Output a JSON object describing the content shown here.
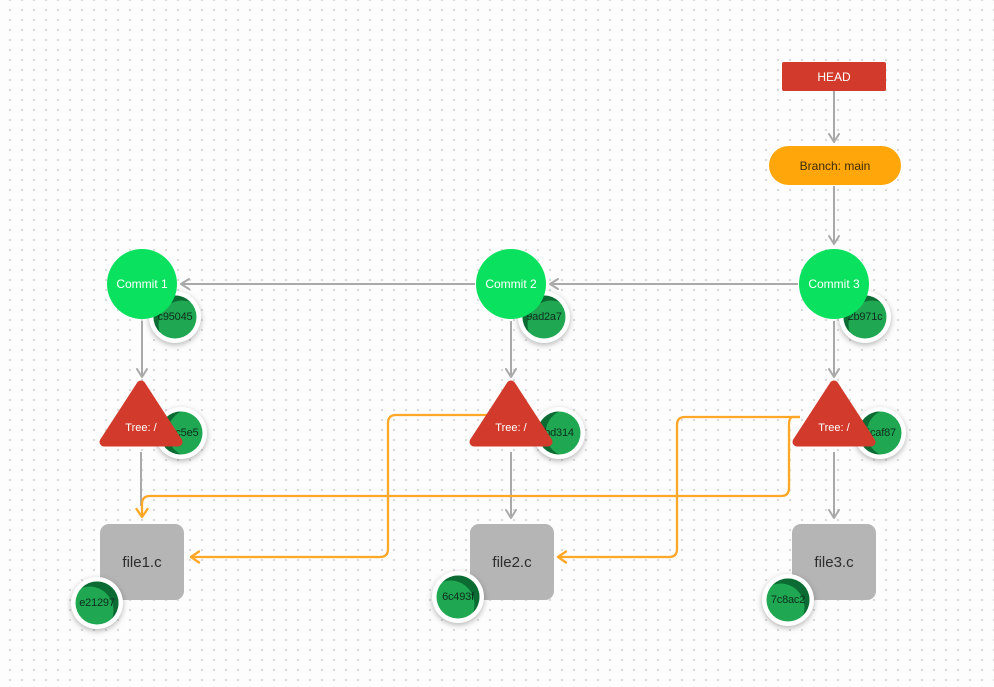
{
  "diagram": {
    "head": {
      "label": "HEAD"
    },
    "branch": {
      "label": "Branch: main"
    },
    "commits": [
      {
        "label": "Commit 1",
        "hash": "c95045"
      },
      {
        "label": "Commit 2",
        "hash": "9ad2a7"
      },
      {
        "label": "Commit 3",
        "hash": "2b971c"
      }
    ],
    "trees": [
      {
        "label": "Tree: /",
        "hash": "42c5e5"
      },
      {
        "label": "Tree: /",
        "hash": "bd314"
      },
      {
        "label": "Tree: /",
        "hash": "5caf87"
      }
    ],
    "files": [
      {
        "label": "file1.c",
        "hash": "e21297"
      },
      {
        "label": "file2.c",
        "hash": "6c493f"
      },
      {
        "label": "file3.c",
        "hash": "7c8ac2"
      }
    ],
    "edges": {
      "gray": [
        "HEAD -> Branch: main",
        "Branch: main -> Commit 3",
        "Commit 3 -> Commit 2",
        "Commit 2 -> Commit 1",
        "Commit 1 -> Tree 1",
        "Commit 2 -> Tree 2",
        "Commit 3 -> Tree 3",
        "Tree 1 -> file1.c",
        "Tree 2 -> file2.c",
        "Tree 3 -> file3.c"
      ],
      "orange": [
        "Tree 2 -> file1.c",
        "Tree 3 -> file1.c",
        "Tree 3 -> file2.c"
      ]
    },
    "colors": {
      "head_red": "#d23b2b",
      "branch_orange": "#ffa60a",
      "commit_green": "#0ae25f",
      "badge_green": "#1fa751",
      "badge_fold_green": "#0b6b33",
      "tree_red": "#d23b2b",
      "file_gray": "#b5b5b5",
      "edge_gray": "#a9a9a9",
      "edge_orange": "#ffa726",
      "dot_grid": "#d7d7d7"
    }
  }
}
